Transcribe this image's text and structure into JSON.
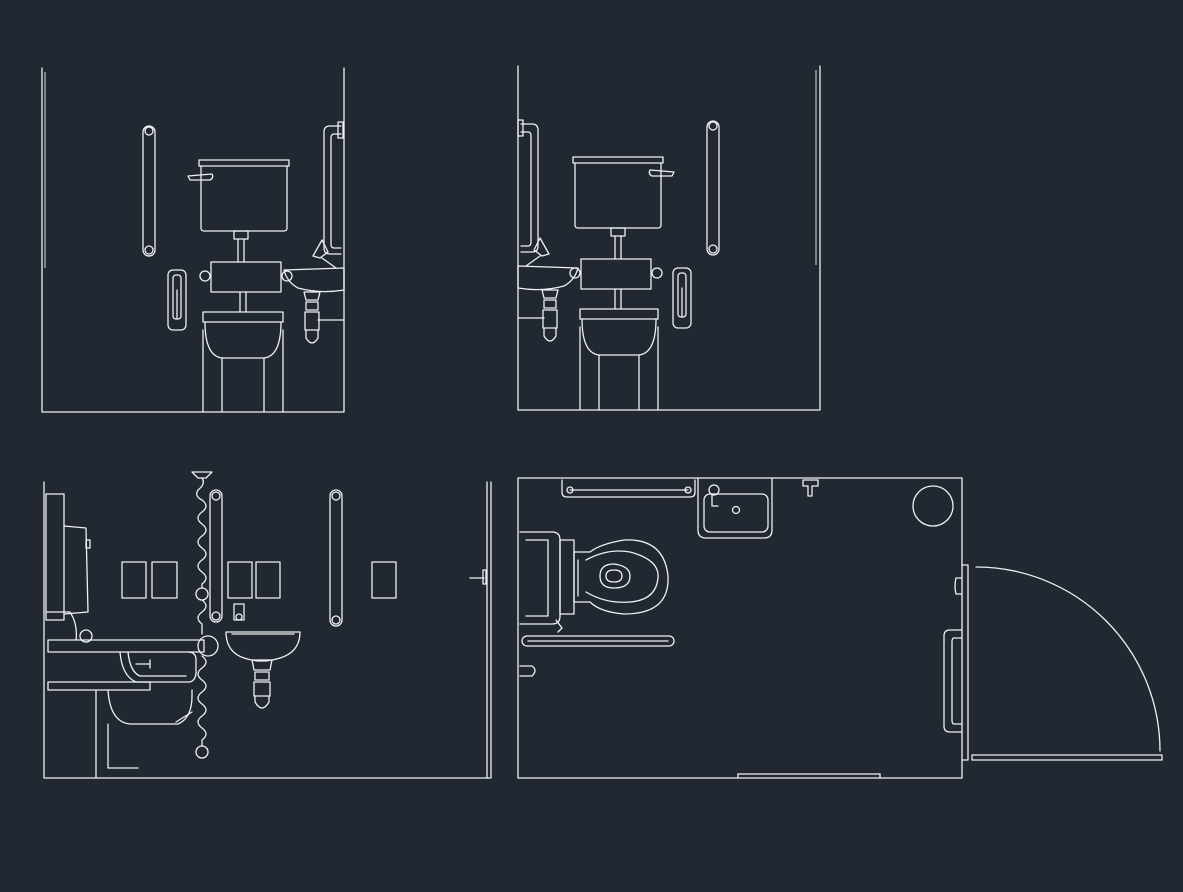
{
  "drawing": {
    "background": "#222831",
    "line_color": "#eef1f4",
    "views": [
      {
        "id": "elevation-wall-a"
      },
      {
        "id": "elevation-wall-b"
      },
      {
        "id": "elevation-wall-c"
      },
      {
        "id": "floor-plan"
      }
    ]
  }
}
